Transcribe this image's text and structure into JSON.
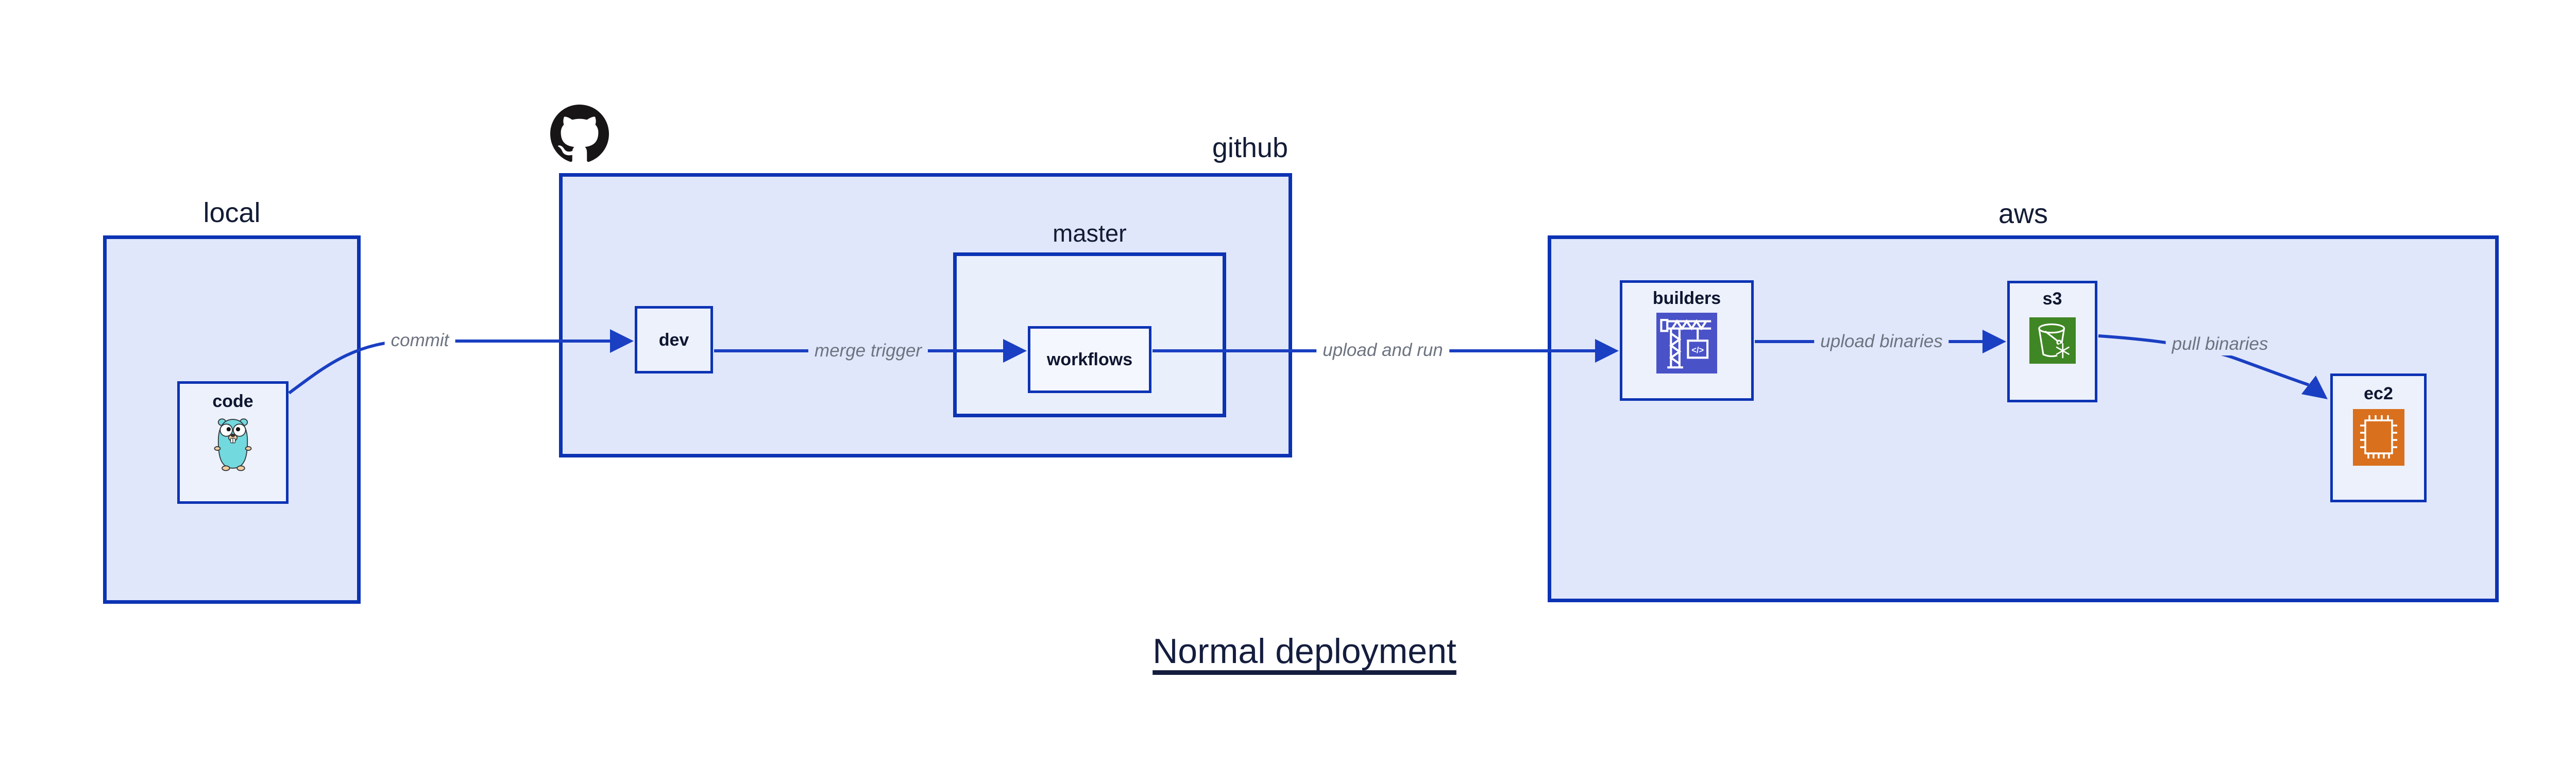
{
  "diagram": {
    "title": "Normal deployment",
    "containers": {
      "local": {
        "label": "local"
      },
      "github": {
        "label": "github",
        "icon": "github-octocat"
      },
      "master": {
        "label": "master"
      },
      "aws": {
        "label": "aws"
      }
    },
    "nodes": {
      "code": {
        "label": "code",
        "icon": "go-gopher"
      },
      "dev": {
        "label": "dev"
      },
      "workflows": {
        "label": "workflows"
      },
      "builders": {
        "label": "builders",
        "icon": "codebuild-crane",
        "icon_glyph": "</>"
      },
      "s3": {
        "label": "s3",
        "icon": "s3-glacier-bucket-snowflake"
      },
      "ec2": {
        "label": "ec2",
        "icon": "ec2-chip"
      }
    },
    "edges": [
      {
        "id": "commit",
        "from": "code",
        "to": "dev",
        "label": "commit"
      },
      {
        "id": "merge-trigger",
        "from": "dev",
        "to": "workflows",
        "label": "merge trigger"
      },
      {
        "id": "upload-and-run",
        "from": "workflows",
        "to": "builders",
        "label": "upload and run"
      },
      {
        "id": "upload-binaries",
        "from": "builders",
        "to": "s3",
        "label": "upload binaries"
      },
      {
        "id": "pull-binaries",
        "from": "s3",
        "to": "ec2",
        "label": "pull binaries"
      }
    ],
    "colors": {
      "border": "#0c33b3",
      "edge": "#1a3fc2",
      "container_fill": "#e0e7fa",
      "master_fill": "#eaeffc",
      "node_fill": "#edf1fc",
      "workflows_fill": "#f5f7fe",
      "label_text": "#131c35",
      "node_text": "#0e1630",
      "edge_label_text": "#6d7480",
      "title_text": "#141d3d",
      "codebuild_icon": "#4a52c8",
      "s3_icon": "#3f8624",
      "ec2_icon": "#d9701d",
      "github_icon": "#171515",
      "gopher_body": "#72d9de",
      "gopher_skin": "#f5cf9f"
    }
  }
}
